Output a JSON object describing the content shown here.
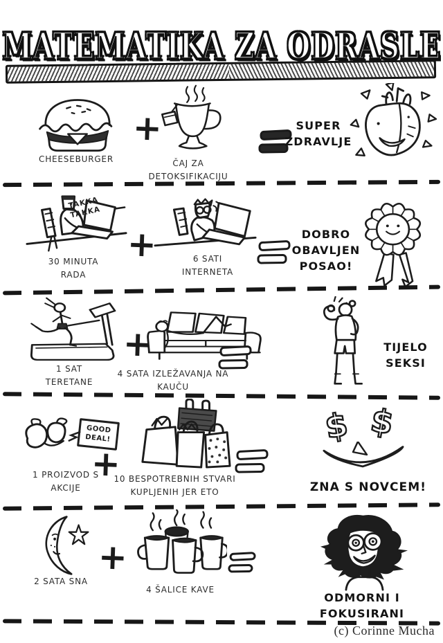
{
  "title": "MATEMATIKA ZA ODRASLE",
  "credit": "(c) Corinne Mucha",
  "symbols": {
    "plus": "+"
  },
  "colors": {
    "ink": "#1c1c1c",
    "paper": "#ffffff"
  },
  "rows": [
    {
      "operand1": {
        "label": "CHEESEBURGER",
        "icon": "cheeseburger"
      },
      "operand2": {
        "label": "ČAJ ZA DETOKSIFIKACIJU",
        "icon": "detox-tea"
      },
      "result": {
        "label": "SUPER ZDRAVLJE",
        "icon": "healthy-heart"
      }
    },
    {
      "operand1": {
        "label": "30 MINUTA RADA",
        "icon": "person-typing-laptop",
        "annotation": "TAKKA TAKKA"
      },
      "operand2": {
        "label": "6 SATI INTERNETA",
        "icon": "person-slouched-laptop"
      },
      "result": {
        "label": "DOBRO OBAVLJEN POSAO!",
        "icon": "award-rosette"
      }
    },
    {
      "operand1": {
        "label": "1 SAT TERETANE",
        "icon": "treadmill-runner"
      },
      "operand2": {
        "label": "4 SATA IZLEŽAVANJA NA KAUČU",
        "icon": "couch-lounging"
      },
      "result": {
        "label": "TIJELO SEKSI",
        "icon": "flexing-person"
      }
    },
    {
      "operand1": {
        "label": "1 PROIZVOD S AKCIJE",
        "icon": "bra",
        "annotation": "GOOD DEAL!"
      },
      "operand2": {
        "label": "10 BESPOTREBNIH STVARI KUPLJENIH JER ETO",
        "icon": "shopping-bags"
      },
      "result": {
        "label": "ZNA S NOVCEM!",
        "icon": "dollar-eyes-smile",
        "eyes": [
          "$",
          "$"
        ]
      }
    },
    {
      "operand1": {
        "label": "2 SATA SNA",
        "icon": "crescent-moon-star"
      },
      "operand2": {
        "label": "4 ŠALICE KAVE",
        "icon": "coffee-mugs"
      },
      "result": {
        "label": "ODMORNI I FOKUSIRANI",
        "icon": "wide-eyed-person"
      }
    }
  ]
}
